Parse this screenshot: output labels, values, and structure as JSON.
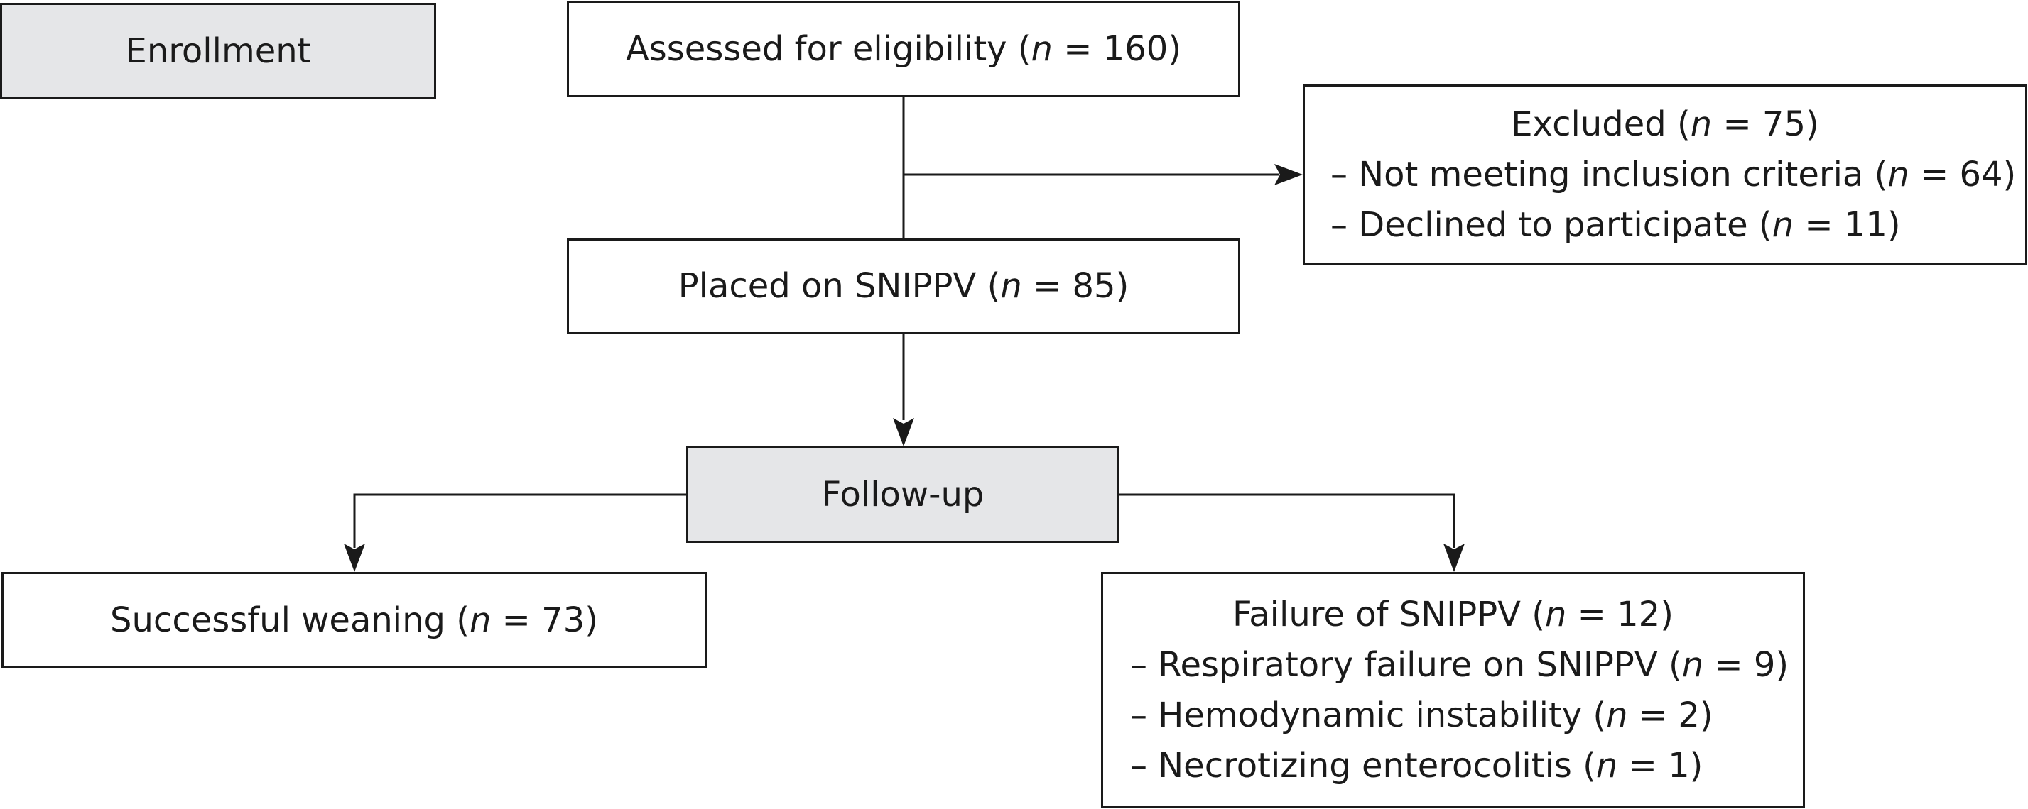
{
  "stages": {
    "enrollment": "Enrollment",
    "follow_up": "Follow-up"
  },
  "assessed": {
    "prefix": "Assessed for eligibility (",
    "n_symbol": "n",
    "suffix": " = 160)"
  },
  "excluded": {
    "title_prefix": "Excluded (",
    "title_suffix": " = 75)",
    "items": [
      {
        "prefix": "– Not meeting inclusion criteria (",
        "suffix": " = 64)"
      },
      {
        "prefix": "– Declined to participate (",
        "suffix": " = 11)"
      }
    ]
  },
  "placed": {
    "prefix": "Placed on SNIPPV (",
    "suffix": " = 85)"
  },
  "success": {
    "prefix": "Successful weaning (",
    "suffix": " = 73)"
  },
  "failure": {
    "title_prefix": "Failure of SNIPPV (",
    "title_suffix": " = 12)",
    "items": [
      {
        "prefix": "– Respiratory failure on SNIPPV (",
        "suffix": " = 9)"
      },
      {
        "prefix": "– Hemodynamic instability (",
        "suffix": " = 2)"
      },
      {
        "prefix": "– Necrotizing enterocolitis (",
        "suffix": " = 1)"
      }
    ]
  },
  "colors": {
    "border": "#1a1a1a",
    "stage_fill": "#e5e6e8",
    "box_fill": "#ffffff"
  }
}
